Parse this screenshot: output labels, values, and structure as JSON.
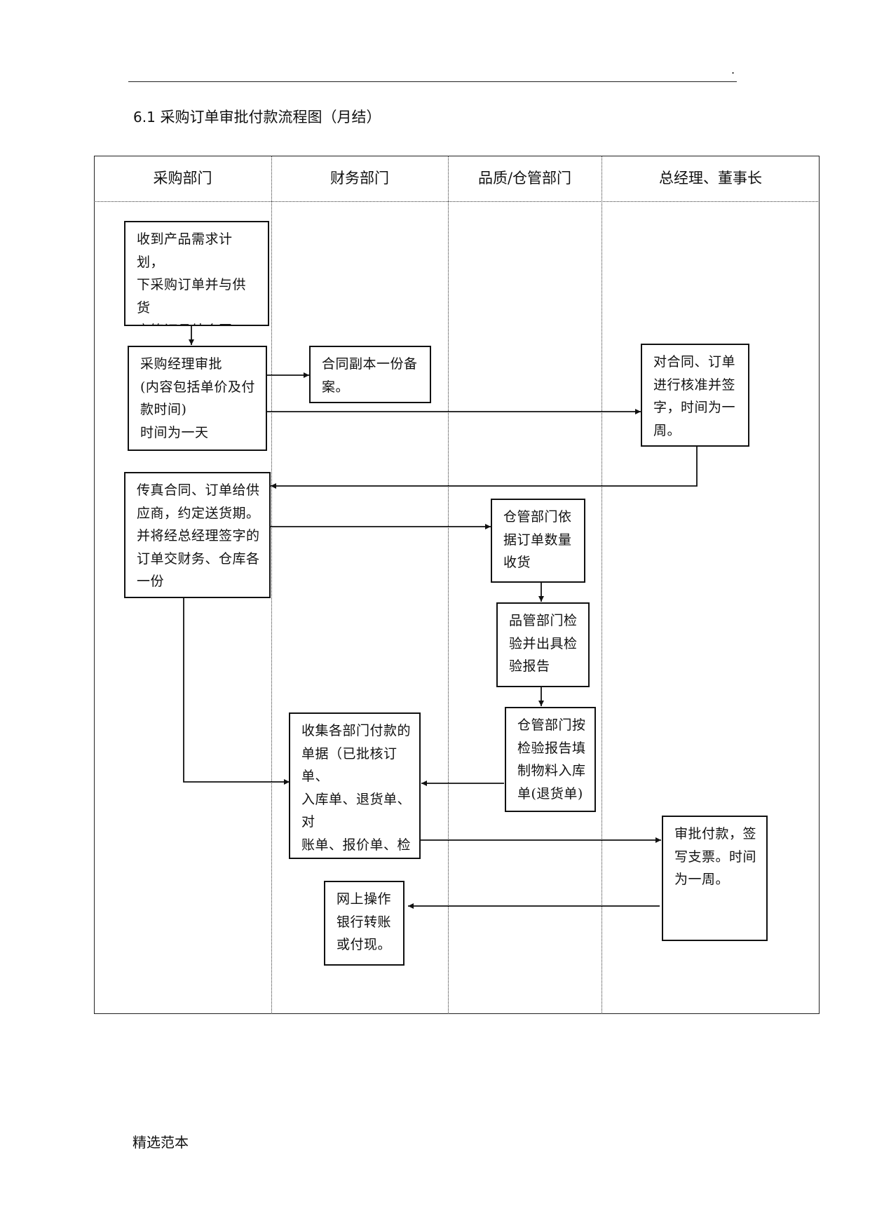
{
  "header": {
    "dot": "."
  },
  "doc": {
    "title_num": "6.1",
    "title_text": "采购订单审批付款流程图（月结）"
  },
  "lanes": [
    "采购部门",
    "财务部门",
    "品质/仓管部门",
    "总经理、董事长"
  ],
  "boxes": {
    "b1": "收到产品需求计划，\n下采购订单并与供货\n商签订月结合同",
    "b2": "采购经理审批\n(内容包括单价及付\n款时间)\n时间为一天",
    "b3": "合同副本一份备\n案。",
    "b4": "对合同、订单\n进行核准并签\n字，时间为一\n周。",
    "b5": "传真合同、订单给供\n应商，约定送货期。\n并将经总经理签字的\n订单交财务、仓库各\n一份",
    "b6": "仓管部门依\n据订单数量\n收货",
    "b7": "品管部门检\n验并出具检\n验报告",
    "b8": "仓管部门按\n检验报告填\n制物料入库\n单(退货单)",
    "b9": "收集各部门付款的\n单据（已批核订单、\n入库单、退货单、对\n账单、报价单、检验\n报告）",
    "b10": "审批付款，签\n写支票。时间\n为一周。",
    "b11": "网上操作\n银行转账\n或付现。"
  },
  "footer": {
    "text": "精选范本"
  }
}
